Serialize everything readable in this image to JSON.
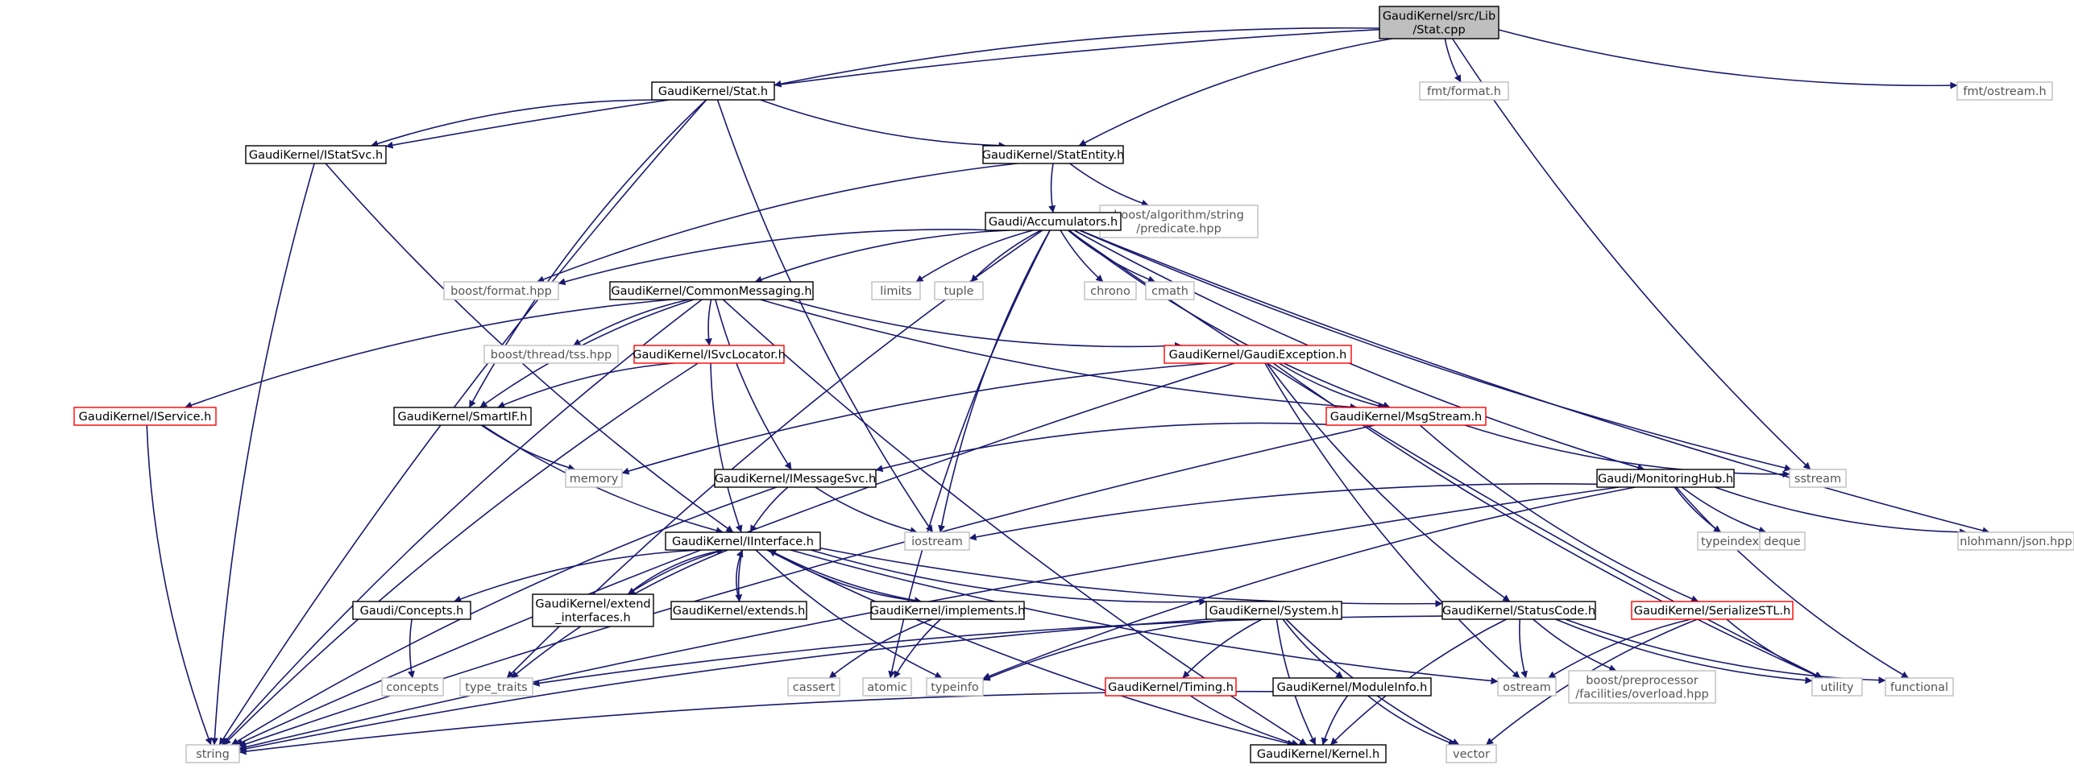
{
  "colors": {
    "edge": "#191970",
    "node_border": "#000000",
    "node_border_red": "#ff0000",
    "node_border_gray": "#bfbfbf",
    "root_fill": "#bfbfbf"
  },
  "nodes": [
    {
      "id": "stat_cpp",
      "lines": [
        "GaudiKernel/src/Lib",
        "/Stat.cpp"
      ],
      "style": "root"
    },
    {
      "id": "stat_h",
      "lines": [
        "GaudiKernel/Stat.h"
      ],
      "style": "normal"
    },
    {
      "id": "istatsvc",
      "lines": [
        "GaudiKernel/IStatSvc.h"
      ],
      "style": "normal"
    },
    {
      "id": "statentity",
      "lines": [
        "GaudiKernel/StatEntity.h"
      ],
      "style": "normal"
    },
    {
      "id": "fmt_format",
      "lines": [
        "fmt/format.h"
      ],
      "style": "gray"
    },
    {
      "id": "fmt_ostream",
      "lines": [
        "fmt/ostream.h"
      ],
      "style": "gray"
    },
    {
      "id": "boost_predicate",
      "lines": [
        "boost/algorithm/string",
        "/predicate.hpp"
      ],
      "style": "gray"
    },
    {
      "id": "accumulators",
      "lines": [
        "Gaudi/Accumulators.h"
      ],
      "style": "normal"
    },
    {
      "id": "boost_format",
      "lines": [
        "boost/format.hpp"
      ],
      "style": "gray"
    },
    {
      "id": "commonmsg",
      "lines": [
        "GaudiKernel/CommonMessaging.h"
      ],
      "style": "normal"
    },
    {
      "id": "limits",
      "lines": [
        "limits"
      ],
      "style": "gray"
    },
    {
      "id": "tuple",
      "lines": [
        "tuple"
      ],
      "style": "gray"
    },
    {
      "id": "chrono",
      "lines": [
        "chrono"
      ],
      "style": "gray"
    },
    {
      "id": "cmath",
      "lines": [
        "cmath"
      ],
      "style": "gray"
    },
    {
      "id": "boost_tss",
      "lines": [
        "boost/thread/tss.hpp"
      ],
      "style": "gray"
    },
    {
      "id": "isvclocator",
      "lines": [
        "GaudiKernel/ISvcLocator.h"
      ],
      "style": "red"
    },
    {
      "id": "gaudiexception",
      "lines": [
        "GaudiKernel/GaudiException.h"
      ],
      "style": "red"
    },
    {
      "id": "iservice",
      "lines": [
        "GaudiKernel/IService.h"
      ],
      "style": "red"
    },
    {
      "id": "smartif",
      "lines": [
        "GaudiKernel/SmartIF.h"
      ],
      "style": "normal"
    },
    {
      "id": "msgstream",
      "lines": [
        "GaudiKernel/MsgStream.h"
      ],
      "style": "red"
    },
    {
      "id": "memory",
      "lines": [
        "memory"
      ],
      "style": "gray"
    },
    {
      "id": "sstream",
      "lines": [
        "sstream"
      ],
      "style": "gray"
    },
    {
      "id": "imessagesvc",
      "lines": [
        "GaudiKernel/IMessageSvc.h"
      ],
      "style": "normal"
    },
    {
      "id": "monitoringhub",
      "lines": [
        "Gaudi/MonitoringHub.h"
      ],
      "style": "normal"
    },
    {
      "id": "iostream",
      "lines": [
        "iostream"
      ],
      "style": "gray"
    },
    {
      "id": "typeindex",
      "lines": [
        "typeindex"
      ],
      "style": "gray"
    },
    {
      "id": "deque",
      "lines": [
        "deque"
      ],
      "style": "gray"
    },
    {
      "id": "nlohmann",
      "lines": [
        "nlohmann/json.hpp"
      ],
      "style": "gray"
    },
    {
      "id": "iinterface",
      "lines": [
        "GaudiKernel/IInterface.h"
      ],
      "style": "normal"
    },
    {
      "id": "concepts_h",
      "lines": [
        "Gaudi/Concepts.h"
      ],
      "style": "normal"
    },
    {
      "id": "extend_interfaces",
      "lines": [
        "GaudiKernel/extend",
        "_interfaces.h"
      ],
      "style": "normal"
    },
    {
      "id": "extends",
      "lines": [
        "GaudiKernel/extends.h"
      ],
      "style": "normal"
    },
    {
      "id": "implements",
      "lines": [
        "GaudiKernel/implements.h"
      ],
      "style": "normal"
    },
    {
      "id": "system",
      "lines": [
        "GaudiKernel/System.h"
      ],
      "style": "normal"
    },
    {
      "id": "statuscode",
      "lines": [
        "GaudiKernel/StatusCode.h"
      ],
      "style": "normal"
    },
    {
      "id": "serializestl",
      "lines": [
        "GaudiKernel/SerializeSTL.h"
      ],
      "style": "red"
    },
    {
      "id": "concepts",
      "lines": [
        "concepts"
      ],
      "style": "gray"
    },
    {
      "id": "type_traits",
      "lines": [
        "type_traits"
      ],
      "style": "gray"
    },
    {
      "id": "cassert",
      "lines": [
        "cassert"
      ],
      "style": "gray"
    },
    {
      "id": "atomic",
      "lines": [
        "atomic"
      ],
      "style": "gray"
    },
    {
      "id": "typeinfo",
      "lines": [
        "typeinfo"
      ],
      "style": "gray"
    },
    {
      "id": "timing",
      "lines": [
        "GaudiKernel/Timing.h"
      ],
      "style": "red"
    },
    {
      "id": "moduleinfo",
      "lines": [
        "GaudiKernel/ModuleInfo.h"
      ],
      "style": "normal"
    },
    {
      "id": "ostream",
      "lines": [
        "ostream"
      ],
      "style": "gray"
    },
    {
      "id": "boost_overload",
      "lines": [
        "boost/preprocessor",
        "/facilities/overload.hpp"
      ],
      "style": "gray"
    },
    {
      "id": "utility",
      "lines": [
        "utility"
      ],
      "style": "gray"
    },
    {
      "id": "functional",
      "lines": [
        "functional"
      ],
      "style": "gray"
    },
    {
      "id": "string",
      "lines": [
        "string"
      ],
      "style": "gray"
    },
    {
      "id": "kernel",
      "lines": [
        "GaudiKernel/Kernel.h"
      ],
      "style": "normal"
    },
    {
      "id": "vector",
      "lines": [
        "vector"
      ],
      "style": "gray"
    }
  ],
  "edges": [
    [
      "stat_cpp",
      "stat_h"
    ],
    [
      "stat_cpp",
      "istatsvc"
    ],
    [
      "stat_cpp",
      "statentity"
    ],
    [
      "stat_cpp",
      "fmt_format"
    ],
    [
      "stat_cpp",
      "fmt_ostream"
    ],
    [
      "stat_cpp",
      "sstream"
    ],
    [
      "stat_h",
      "istatsvc"
    ],
    [
      "stat_h",
      "statentity"
    ],
    [
      "stat_h",
      "string"
    ],
    [
      "stat_h",
      "smartif"
    ],
    [
      "stat_h",
      "iostream"
    ],
    [
      "istatsvc",
      "string"
    ],
    [
      "istatsvc",
      "iinterface"
    ],
    [
      "statentity",
      "boost_format"
    ],
    [
      "statentity",
      "boost_predicate"
    ],
    [
      "statentity",
      "accumulators"
    ],
    [
      "accumulators",
      "boost_format"
    ],
    [
      "accumulators",
      "commonmsg"
    ],
    [
      "accumulators",
      "limits"
    ],
    [
      "accumulators",
      "tuple"
    ],
    [
      "accumulators",
      "chrono"
    ],
    [
      "accumulators",
      "cmath"
    ],
    [
      "accumulators",
      "msgstream"
    ],
    [
      "accumulators",
      "monitoringhub"
    ],
    [
      "accumulators",
      "sstream"
    ],
    [
      "accumulators",
      "nlohmann"
    ],
    [
      "accumulators",
      "iostream"
    ],
    [
      "accumulators",
      "atomic"
    ],
    [
      "accumulators",
      "type_traits"
    ],
    [
      "accumulators",
      "utility"
    ],
    [
      "commonmsg",
      "iservice"
    ],
    [
      "commonmsg",
      "smartif"
    ],
    [
      "commonmsg",
      "boost_tss"
    ],
    [
      "commonmsg",
      "isvclocator"
    ],
    [
      "commonmsg",
      "imessagesvc"
    ],
    [
      "commonmsg",
      "gaudiexception"
    ],
    [
      "commonmsg",
      "msgstream"
    ],
    [
      "commonmsg",
      "string"
    ],
    [
      "commonmsg",
      "kernel"
    ],
    [
      "isvclocator",
      "smartif"
    ],
    [
      "isvclocator",
      "iinterface"
    ],
    [
      "isvclocator",
      "string"
    ],
    [
      "gaudiexception",
      "msgstream"
    ],
    [
      "gaudiexception",
      "statuscode"
    ],
    [
      "gaudiexception",
      "memory"
    ],
    [
      "gaudiexception",
      "string"
    ],
    [
      "gaudiexception",
      "ostream"
    ],
    [
      "gaudiexception",
      "utility"
    ],
    [
      "iservice",
      "string"
    ],
    [
      "smartif",
      "memory"
    ],
    [
      "smartif",
      "iinterface"
    ],
    [
      "msgstream",
      "imessagesvc"
    ],
    [
      "msgstream",
      "sstream"
    ],
    [
      "msgstream",
      "serializestl"
    ],
    [
      "msgstream",
      "string"
    ],
    [
      "imessagesvc",
      "iinterface"
    ],
    [
      "imessagesvc",
      "iostream"
    ],
    [
      "imessagesvc",
      "string"
    ],
    [
      "monitoringhub",
      "typeindex"
    ],
    [
      "monitoringhub",
      "deque"
    ],
    [
      "monitoringhub",
      "nlohmann"
    ],
    [
      "monitoringhub",
      "iostream"
    ],
    [
      "monitoringhub",
      "typeinfo"
    ],
    [
      "monitoringhub",
      "functional"
    ],
    [
      "monitoringhub",
      "string"
    ],
    [
      "iinterface",
      "concepts_h"
    ],
    [
      "iinterface",
      "extend_interfaces"
    ],
    [
      "iinterface",
      "extends"
    ],
    [
      "iinterface",
      "implements"
    ],
    [
      "iinterface",
      "system"
    ],
    [
      "iinterface",
      "statuscode"
    ],
    [
      "iinterface",
      "type_traits"
    ],
    [
      "iinterface",
      "typeinfo"
    ],
    [
      "iinterface",
      "ostream"
    ],
    [
      "iinterface",
      "kernel"
    ],
    [
      "extend_interfaces",
      "iinterface"
    ],
    [
      "extends",
      "iinterface"
    ],
    [
      "implements",
      "iinterface"
    ],
    [
      "concepts_h",
      "concepts"
    ],
    [
      "implements",
      "cassert"
    ],
    [
      "implements",
      "atomic"
    ],
    [
      "system",
      "timing"
    ],
    [
      "system",
      "moduleinfo"
    ],
    [
      "system",
      "kernel"
    ],
    [
      "system",
      "string"
    ],
    [
      "system",
      "vector"
    ],
    [
      "system",
      "typeinfo"
    ],
    [
      "statuscode",
      "boost_overload"
    ],
    [
      "statuscode",
      "ostream"
    ],
    [
      "statuscode",
      "utility"
    ],
    [
      "statuscode",
      "functional"
    ],
    [
      "statuscode",
      "type_traits"
    ],
    [
      "statuscode",
      "kernel"
    ],
    [
      "serializestl",
      "ostream"
    ],
    [
      "serializestl",
      "utility"
    ],
    [
      "serializestl",
      "vector"
    ],
    [
      "timing",
      "kernel"
    ],
    [
      "moduleinfo",
      "kernel"
    ],
    [
      "moduleinfo",
      "string"
    ],
    [
      "moduleinfo",
      "vector"
    ]
  ]
}
